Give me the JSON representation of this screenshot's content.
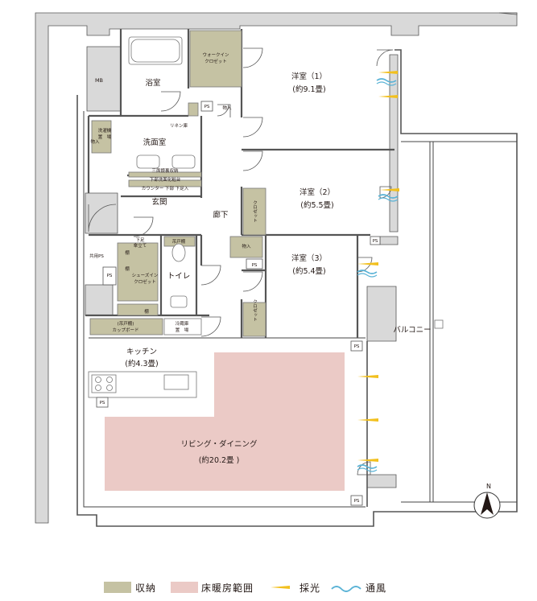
{
  "rooms": {
    "western1": "洋室（1）",
    "western1_size": "(約9.1畳)",
    "western2": "洋室（2）",
    "western2_size": "(約5.5畳)",
    "western3": "洋室（3）",
    "western3_size": "(約5.4畳)",
    "bath": "浴室",
    "washroom": "洗面室",
    "entrance": "玄関",
    "corridor": "廊下",
    "toilet": "トイレ",
    "kitchen": "キッチン",
    "kitchen_size": "(約4.3畳)",
    "living": "リビング・ダイニング",
    "living_size": "(約20.2畳 )",
    "balcony": "バルコニー"
  },
  "labels": {
    "mb": "MB",
    "walkin_1": "ウォークイン",
    "walkin_2": "クロゼット",
    "shoesin_1": "シューズイン",
    "shoesin_2": "クロゼット",
    "linen": "リネン庫",
    "washer_1": "洗濯機",
    "washer_2": "置　場",
    "washer_side": "物入",
    "mirror": "三面鏡裏収納",
    "under_sink": "下部洗面化粧台",
    "counter": "カウンター 下部 下足入",
    "umbrella_1": "下足",
    "umbrella_2": "傘立て",
    "shared_ps": "共用PS",
    "cupboard_1": "(吊戸棚)",
    "cupboard_2": "カップボード",
    "fridge_1": "冷蔵庫",
    "fridge_2": "置　場",
    "hanging": "吊戸棚",
    "storage": "物入",
    "closet_v": "クロゼット",
    "rack": "棚",
    "ps": "PS"
  },
  "legend": {
    "storage": "収納",
    "heating": "床暖房範囲",
    "light": "採光",
    "wind": "通風"
  },
  "compass": {
    "north": "N"
  },
  "colors": {
    "storage": "#c5c2a3",
    "heating": "#ebcac6",
    "light": "#f2c01e",
    "wind": "#5ab3d6"
  }
}
